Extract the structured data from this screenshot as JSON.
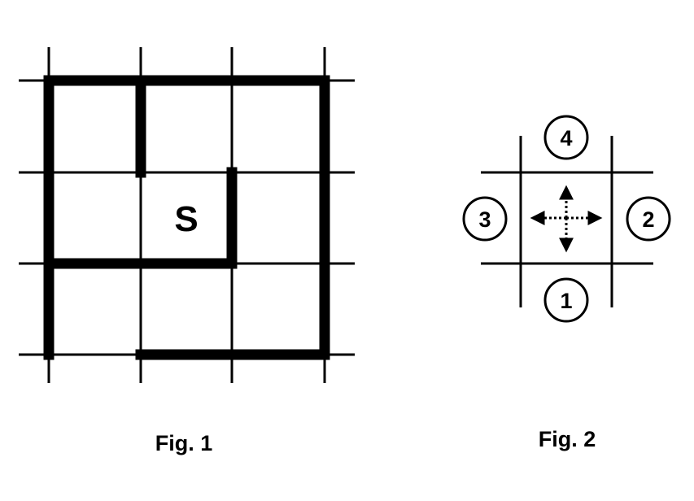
{
  "fig1": {
    "caption": "Fig. 1",
    "start_label": "S",
    "grid": {
      "rows": 3,
      "cols": 3
    },
    "start_cell": {
      "row": 1,
      "col": 1
    },
    "walls": [
      {
        "id": "wall-outer-top",
        "orientation": "h",
        "line": 0,
        "from": 0,
        "to": 3
      },
      {
        "id": "wall-outer-left",
        "orientation": "v",
        "line": 0,
        "from": 0,
        "to": 3
      },
      {
        "id": "wall-outer-right",
        "orientation": "v",
        "line": 3,
        "from": 0,
        "to": 3
      },
      {
        "id": "wall-top-divider",
        "orientation": "v",
        "line": 1,
        "from": 0,
        "to": 1
      },
      {
        "id": "wall-s-right",
        "orientation": "v",
        "line": 2,
        "from": 1,
        "to": 2
      },
      {
        "id": "wall-middle",
        "orientation": "h",
        "line": 2,
        "from": 0,
        "to": 2
      },
      {
        "id": "wall-bottom",
        "orientation": "h",
        "line": 3,
        "from": 1,
        "to": 3
      }
    ]
  },
  "fig2": {
    "caption": "Fig. 2",
    "directions": [
      {
        "id": "direction-down",
        "number": "1"
      },
      {
        "id": "direction-right",
        "number": "2"
      },
      {
        "id": "direction-left",
        "number": "3"
      },
      {
        "id": "direction-up",
        "number": "4"
      }
    ]
  }
}
